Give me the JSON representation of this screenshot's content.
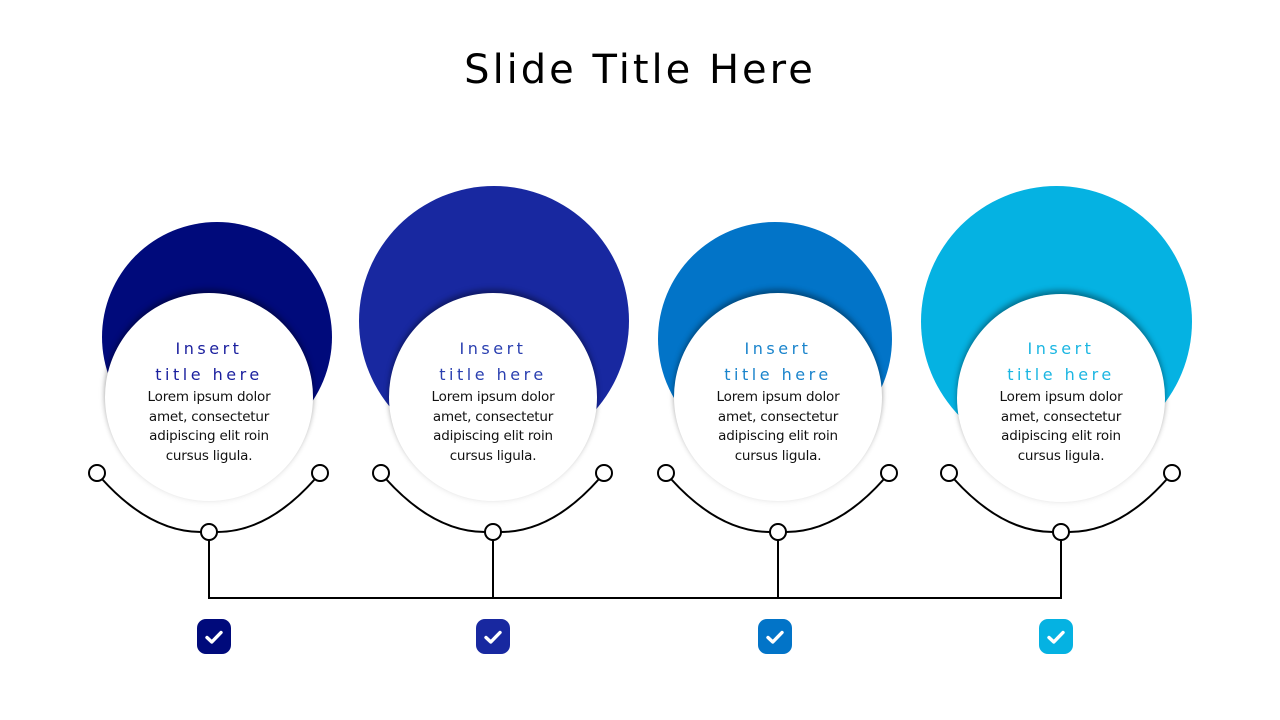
{
  "slide": {
    "title": "Slide Title Here"
  },
  "items": [
    {
      "title_line1": "Insert",
      "title_line2": "title here",
      "body_lines": [
        "Lorem ipsum dolor",
        "amet, consectetur",
        "adipiscing elit roin",
        "cursus ligula."
      ],
      "color": "#000a7b",
      "title_color": "#1a1f9e",
      "icon": "check-icon"
    },
    {
      "title_line1": "Insert",
      "title_line2": "title here",
      "body_lines": [
        "Lorem ipsum dolor",
        "amet, consectetur",
        "adipiscing elit roin",
        "cursus ligula."
      ],
      "color": "#1828a0",
      "title_color": "#2a3fb0",
      "icon": "check-icon"
    },
    {
      "title_line1": "Insert",
      "title_line2": "title here",
      "body_lines": [
        "Lorem ipsum dolor",
        "amet, consectetur",
        "adipiscing elit roin",
        "cursus ligula."
      ],
      "color": "#0274c8",
      "title_color": "#1a84cc",
      "icon": "check-icon"
    },
    {
      "title_line1": "Insert",
      "title_line2": "title here",
      "body_lines": [
        "Lorem ipsum dolor",
        "amet, consectetur",
        "adipiscing elit roin",
        "cursus ligula."
      ],
      "color": "#05b2e2",
      "title_color": "#1bb6e2",
      "icon": "check-icon"
    }
  ],
  "colors": {
    "line": "#000000",
    "background": "#ffffff"
  }
}
